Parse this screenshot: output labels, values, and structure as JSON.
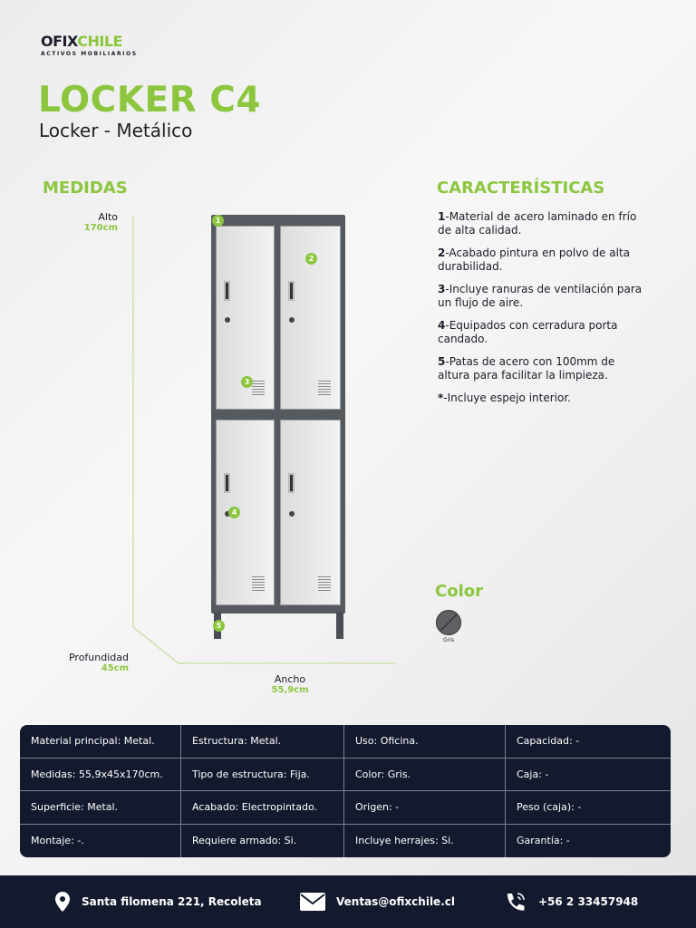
{
  "brand": {
    "name_a": "OFIX",
    "name_b": "CHILE",
    "tagline": "ACTIVOS MOBILIARIOS"
  },
  "product": {
    "title": "LOCKER C4",
    "subtitle": "Locker - Metálico"
  },
  "medidas": {
    "heading": "MEDIDAS",
    "alto_label": "Alto",
    "alto_value": "170cm",
    "profundidad_label": "Profundidad",
    "profundidad_value": "45cm",
    "ancho_label": "Ancho",
    "ancho_value": "55,9cm",
    "markers": [
      "1",
      "2",
      "3",
      "4",
      "5"
    ]
  },
  "caracteristicas": {
    "heading": "CARACTERÍSTICAS",
    "items": [
      {
        "num": "1",
        "text": "-Material de acero laminado en frío de alta calidad."
      },
      {
        "num": "2",
        "text": "-Acabado pintura en polvo de alta durabilidad."
      },
      {
        "num": "3",
        "text": "-Incluye ranuras de ventilación para un flujo de aire."
      },
      {
        "num": "4",
        "text": "-Equipados con cerradura porta candado."
      },
      {
        "num": "5",
        "text": "-Patas de acero con 100mm de altura para facilitar la limpieza."
      },
      {
        "num": "*",
        "text": "-Incluye espejo interior."
      }
    ]
  },
  "color": {
    "heading": "Color",
    "swatch_label": "Gris",
    "swatch_hex": "#5f6063"
  },
  "specs": [
    "Material principal: Metal.",
    "Estructura: Metal.",
    "Uso: Oficina.",
    "Capacidad: -",
    "Medidas: 55,9x45x170cm.",
    "Tipo de estructura: Fija.",
    "Color: Gris.",
    "Caja: -",
    "Superficie: Metal.",
    "Acabado: Electropintado.",
    "Origen: -",
    "Peso (caja): -",
    "Montaje: -.",
    "Requiere armado: Si.",
    "Incluye herrajes: Si.",
    "Garantía: -"
  ],
  "footer": {
    "address": "Santa filomena 221, Recoleta",
    "email": "Ventas@ofixchile.cl",
    "phone": "+56 2 33457948"
  }
}
